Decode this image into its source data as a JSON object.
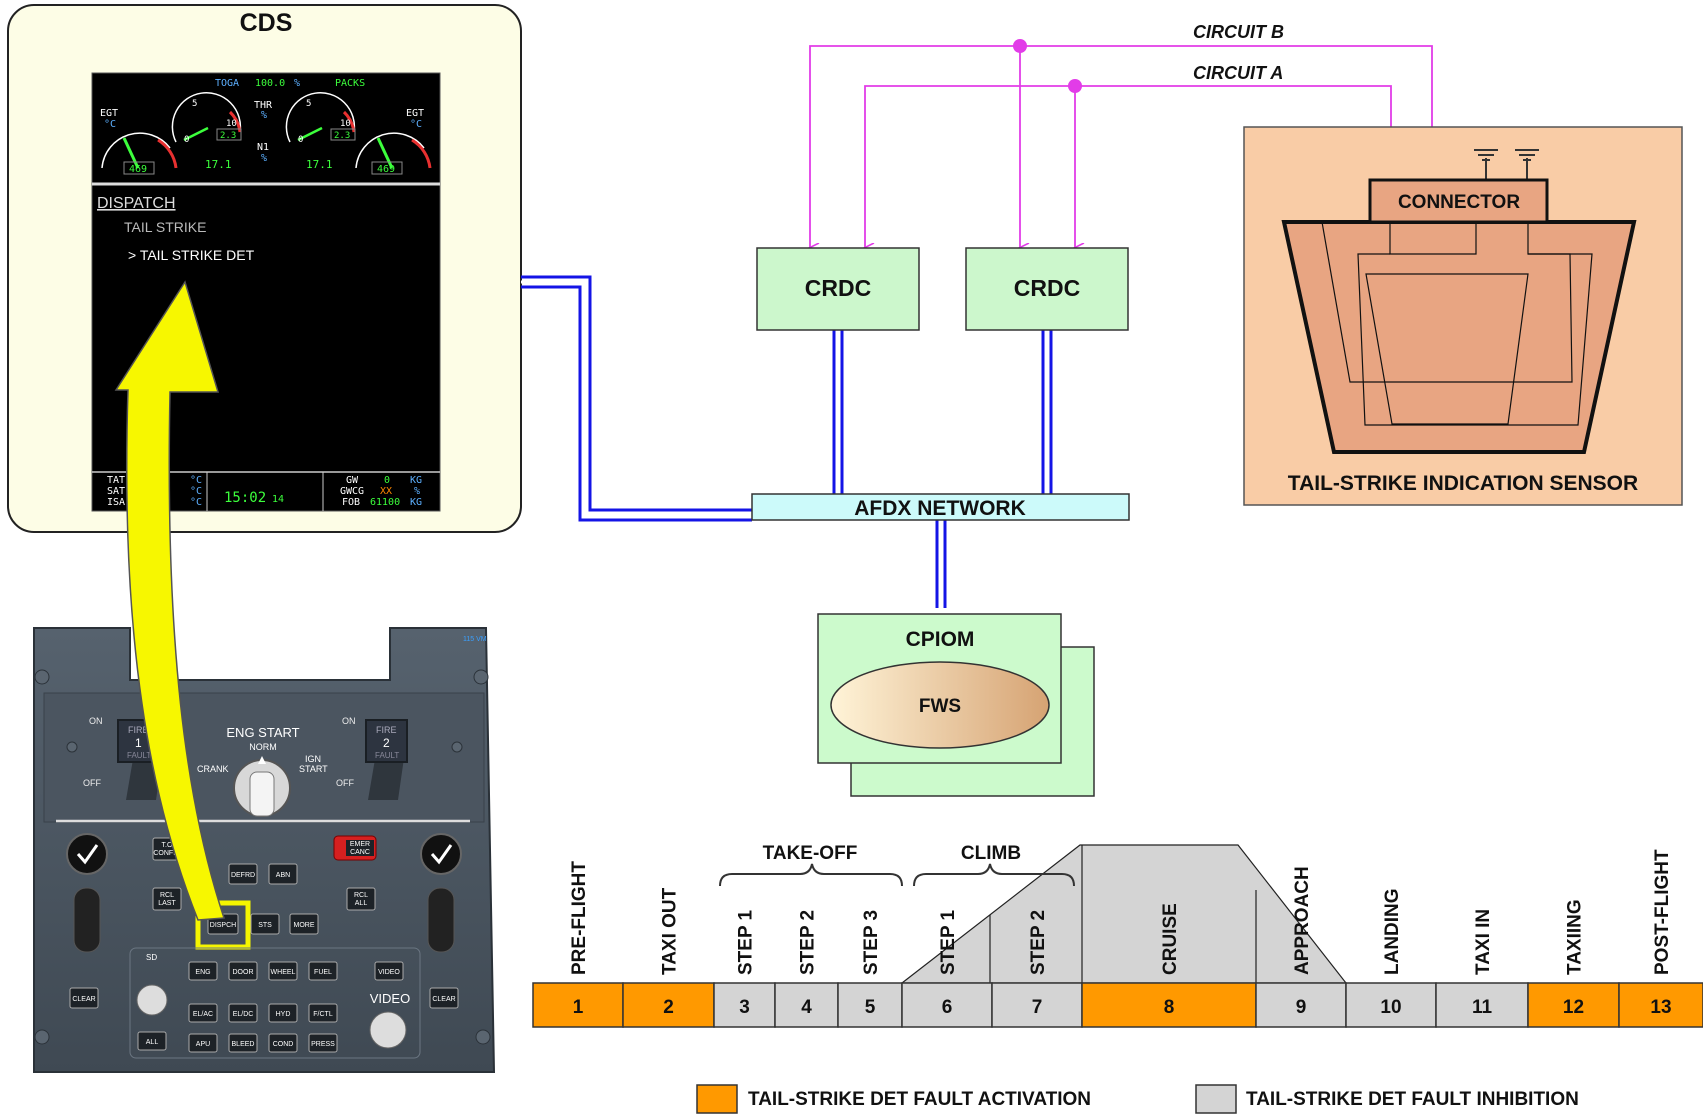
{
  "cds": {
    "title": "CDS",
    "engine": {
      "toga": "TOGA",
      "toga_value": "100.0",
      "toga_unit": "%",
      "packs": "PACKS",
      "egt_label": "EGT",
      "egt_unit": "°C",
      "thr_label": "THR",
      "thr_unit": "%",
      "n1_label": "N1",
      "n1_unit": "%",
      "eng1_n1": "17.1",
      "eng2_n1": "17.1",
      "eng1_egt": "469",
      "eng2_egt": "469",
      "dial_5": "5",
      "dial_10": "10",
      "dial_0": "0",
      "thr1": "2.3",
      "thr2": "2.3"
    },
    "menu": {
      "heading": "DISPATCH",
      "item1": "TAIL STRIKE",
      "item2": "> TAIL STRIKE DET"
    },
    "status": {
      "tat": "TAT",
      "sat": "SAT",
      "isa": "ISA",
      "deg_c": "°C",
      "time": "15:02",
      "time_sec": "14",
      "gw": "GW",
      "gw_val": "0",
      "gwcg": "GWCG",
      "gwcg_val": "XX",
      "fob": "FOB",
      "fob_val": "61100",
      "kg": "KG",
      "pct": "%"
    }
  },
  "panel": {
    "corner_label": "115 VM",
    "eng_start": "ENG START",
    "norm": "NORM",
    "crank": "CRANK",
    "ign_start": "IGN\nSTART",
    "on": "ON",
    "off": "OFF",
    "fire1": "FIRE",
    "fire1_num": "1",
    "fault": "FAULT",
    "fire2": "FIRE",
    "fire2_num": "2",
    "buttons": {
      "to_config": "T.O\nCONFIG",
      "defrd": "DEFRD",
      "abn": "ABN",
      "rcl_last": "RCL\nLAST",
      "dispch": "DISPCH",
      "sts": "STS",
      "more": "MORE",
      "rcl_all": "RCL\nALL",
      "emer_canc": "EMER\nCANC",
      "clear": "CLEAR",
      "sd": "SD",
      "eng": "ENG",
      "door": "DOOR",
      "wheel": "WHEEL",
      "fuel": "FUEL",
      "video": "VIDEO",
      "el_ac": "EL/AC",
      "el_dc": "EL/DC",
      "hyd": "HYD",
      "f_ctl": "F/CTL",
      "all": "ALL",
      "apu": "APU",
      "bleed": "BLEED",
      "cond": "COND",
      "press": "PRESS",
      "video_knob": "VIDEO"
    }
  },
  "architecture": {
    "circuit_b": "CIRCUIT B",
    "circuit_a": "CIRCUIT A",
    "crdc1": "CRDC",
    "crdc2": "CRDC",
    "afdx": "AFDX NETWORK",
    "cpiom": "CPIOM",
    "fws": "FWS",
    "connector": "CONNECTOR",
    "sensor": "TAIL-STRIKE INDICATION SENSOR",
    "colors": {
      "circuit": "#e23ce8",
      "bus": "#1414e6",
      "crdc_fill": "#ccf7cc",
      "afdx_fill": "#ccfafa",
      "sensor_bg": "#f9cca6",
      "sensor_body": "#e8a582",
      "cds_bg": "#fdfde6"
    }
  },
  "phases": {
    "group_takeoff": "TAKE-OFF",
    "group_climb": "CLIMB",
    "items": [
      {
        "num": "1",
        "label": "PRE-FLIGHT",
        "state": "activation"
      },
      {
        "num": "2",
        "label": "TAXI OUT",
        "state": "activation"
      },
      {
        "num": "3",
        "label": "STEP 1",
        "state": "inhibition"
      },
      {
        "num": "4",
        "label": "STEP 2",
        "state": "inhibition"
      },
      {
        "num": "5",
        "label": "STEP 3",
        "state": "inhibition"
      },
      {
        "num": "6",
        "label": "STEP 1",
        "state": "inhibition"
      },
      {
        "num": "7",
        "label": "STEP 2",
        "state": "inhibition"
      },
      {
        "num": "8",
        "label": "CRUISE",
        "state": "activation"
      },
      {
        "num": "9",
        "label": "APPROACH",
        "state": "inhibition"
      },
      {
        "num": "10",
        "label": "LANDING",
        "state": "inhibition"
      },
      {
        "num": "11",
        "label": "TAXI IN",
        "state": "inhibition"
      },
      {
        "num": "12",
        "label": "TAXIING",
        "state": "activation"
      },
      {
        "num": "13",
        "label": "POST-FLIGHT",
        "state": "activation"
      }
    ],
    "colors": {
      "activation": "#ff9900",
      "inhibition": "#d4d4d4"
    }
  },
  "legend": {
    "activation": "TAIL-STRIKE DET FAULT ACTIVATION",
    "inhibition": "TAIL-STRIKE DET FAULT INHIBITION"
  }
}
